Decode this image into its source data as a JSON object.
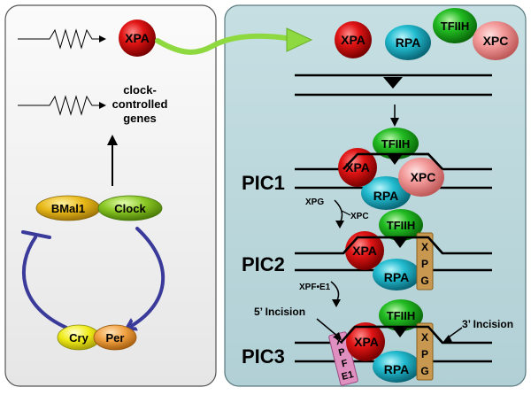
{
  "left_panel": {
    "xpa_label": "XPA",
    "clock_genes_line1": "clock-",
    "clock_genes_line2": "controlled",
    "clock_genes_line3": "genes",
    "bmal1_label": "BMal1",
    "clock_label": "Clock",
    "cry_label": "Cry",
    "per_label": "Per"
  },
  "right_panel": {
    "top_proteins": {
      "xpa": "XPA",
      "rpa": "RPA",
      "tfiih": "TFIIH",
      "xpc": "XPC"
    },
    "pic1": {
      "title": "PIC1",
      "tfiih": "TFIIH",
      "xpa": "XPA",
      "xpc": "XPC",
      "rpa": "RPA",
      "step_label": "XPG",
      "leaving_label": "XPC"
    },
    "pic2": {
      "title": "PIC2",
      "tfiih": "TFIIH",
      "xpa": "XPA",
      "rpa": "RPA",
      "xpg": [
        "X",
        "P",
        "G"
      ],
      "step_label": "XPF•E1"
    },
    "pic3": {
      "title": "PIC3",
      "tfiih": "TFIIH",
      "xpa": "XPA",
      "rpa": "RPA",
      "xpg": [
        "X",
        "P",
        "G"
      ],
      "xpf": [
        "X",
        "P",
        "F",
        "E1"
      ],
      "incision_5": "5’ Incision",
      "incision_3": "3’ Incision"
    }
  },
  "colors": {
    "left_bg": "#f1f1f1",
    "right_bg": "#b9d6da",
    "xpa": "#d81010",
    "rpa": "#1fb8c8",
    "tfiih": "#22b822",
    "xpc": "#f09090",
    "bmal1": "#e8b818",
    "clock": "#86c420",
    "cry": "#f0f010",
    "per": "#f0a040",
    "xpg_box": "#c89850",
    "xpf_box": "#e090c0",
    "feedback_arrow": "#3a3a9a",
    "transfer_arrow": "#8ed840"
  }
}
